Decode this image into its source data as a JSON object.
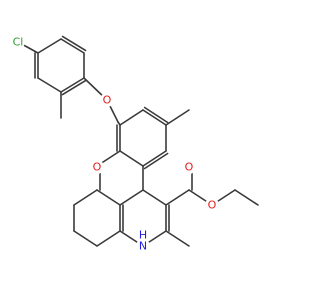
{
  "molecule": {
    "atoms": [
      {
        "id": "Cl",
        "label": "Cl",
        "color": "#2e9e2e"
      },
      {
        "id": "O1",
        "label": "O",
        "color": "#e02020"
      },
      {
        "id": "O2",
        "label": "O",
        "color": "#e02020"
      },
      {
        "id": "O3",
        "label": "O",
        "color": "#e02020"
      },
      {
        "id": "O4",
        "label": "O",
        "color": "#e02020"
      },
      {
        "id": "N1",
        "label": "H",
        "color": "#2020e0"
      },
      {
        "id": "N2",
        "label": "N",
        "color": "#2020e0"
      }
    ],
    "bond_color": "#3a3a3a"
  }
}
